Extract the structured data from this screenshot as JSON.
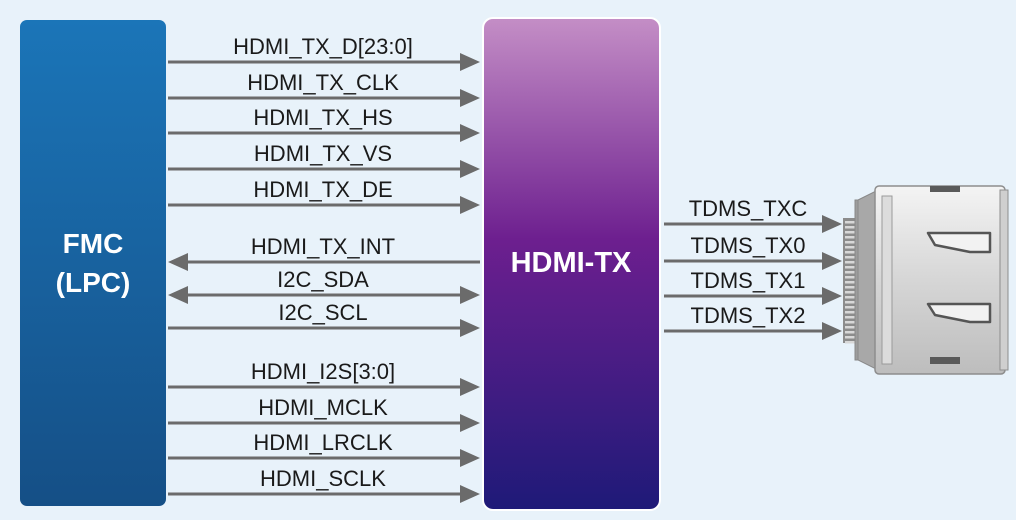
{
  "blocks": {
    "fmc": {
      "line1": "FMC",
      "line2": "(LPC)"
    },
    "hdmi_tx": {
      "label": "HDMI-TX"
    }
  },
  "left_signals": [
    {
      "label": "HDMI_TX_D[23:0]",
      "direction": "right"
    },
    {
      "label": "HDMI_TX_CLK",
      "direction": "right"
    },
    {
      "label": "HDMI_TX_HS",
      "direction": "right"
    },
    {
      "label": "HDMI_TX_VS",
      "direction": "right"
    },
    {
      "label": "HDMI_TX_DE",
      "direction": "right"
    },
    {
      "label": "HDMI_TX_INT",
      "direction": "left"
    },
    {
      "label": "I2C_SDA",
      "direction": "both"
    },
    {
      "label": "I2C_SCL",
      "direction": "right"
    },
    {
      "label": "HDMI_I2S[3:0]",
      "direction": "right"
    },
    {
      "label": "HDMI_MCLK",
      "direction": "right"
    },
    {
      "label": "HDMI_LRCLK",
      "direction": "right"
    },
    {
      "label": "HDMI_SCLK",
      "direction": "right"
    }
  ],
  "right_signals": [
    {
      "label": "TDMS_TXC",
      "direction": "right"
    },
    {
      "label": "TDMS_TX0",
      "direction": "right"
    },
    {
      "label": "TDMS_TX1",
      "direction": "right"
    },
    {
      "label": "TDMS_TX2",
      "direction": "right"
    }
  ],
  "connector_icon": "hdmi-connector-icon",
  "colors": {
    "background": "#e8f2fa",
    "fmc_top": "#1b75b8",
    "fmc_bottom": "#154f86",
    "hdmi_top": "#c48ec6",
    "hdmi_mid": "#6d1f8f",
    "hdmi_bottom": "#1e1a78",
    "arrow": "#6b6b6b",
    "label_text": "#1a1a1a"
  }
}
